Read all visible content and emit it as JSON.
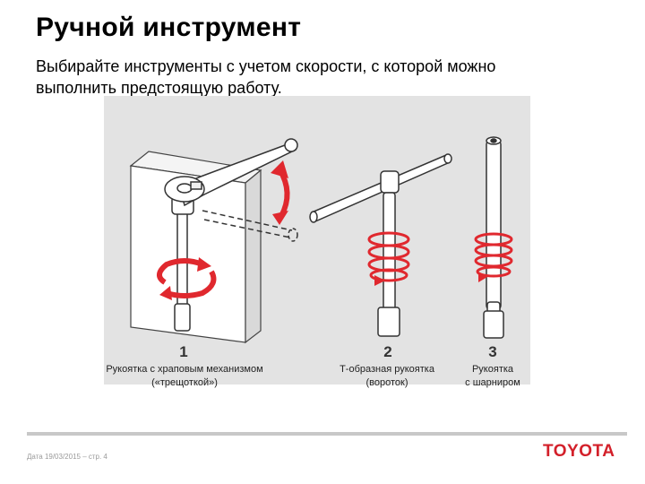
{
  "header": {
    "title": "Ручной инструмент",
    "subtitle": "Выбирайте инструменты с учетом скорости, с которой можно выполнить предстоящую работу."
  },
  "figure": {
    "items": [
      {
        "number": "1",
        "caption_line1": "Рукоятка с храповым механизмом",
        "caption_line2": "(«трещоткой»)"
      },
      {
        "number": "2",
        "caption_line1": "Т-образная рукоятка",
        "caption_line2": "(вороток)"
      },
      {
        "number": "3",
        "caption_line1": "Рукоятка",
        "caption_line2": "с шарниром"
      }
    ],
    "colors": {
      "background": "#e3e3e3",
      "arrow": "#e0282e",
      "tool": "#ffffff",
      "outline": "#333333"
    }
  },
  "footer": {
    "text": "Дата 19/03/2015 – стр. 4",
    "logo": "TOYOTA"
  }
}
